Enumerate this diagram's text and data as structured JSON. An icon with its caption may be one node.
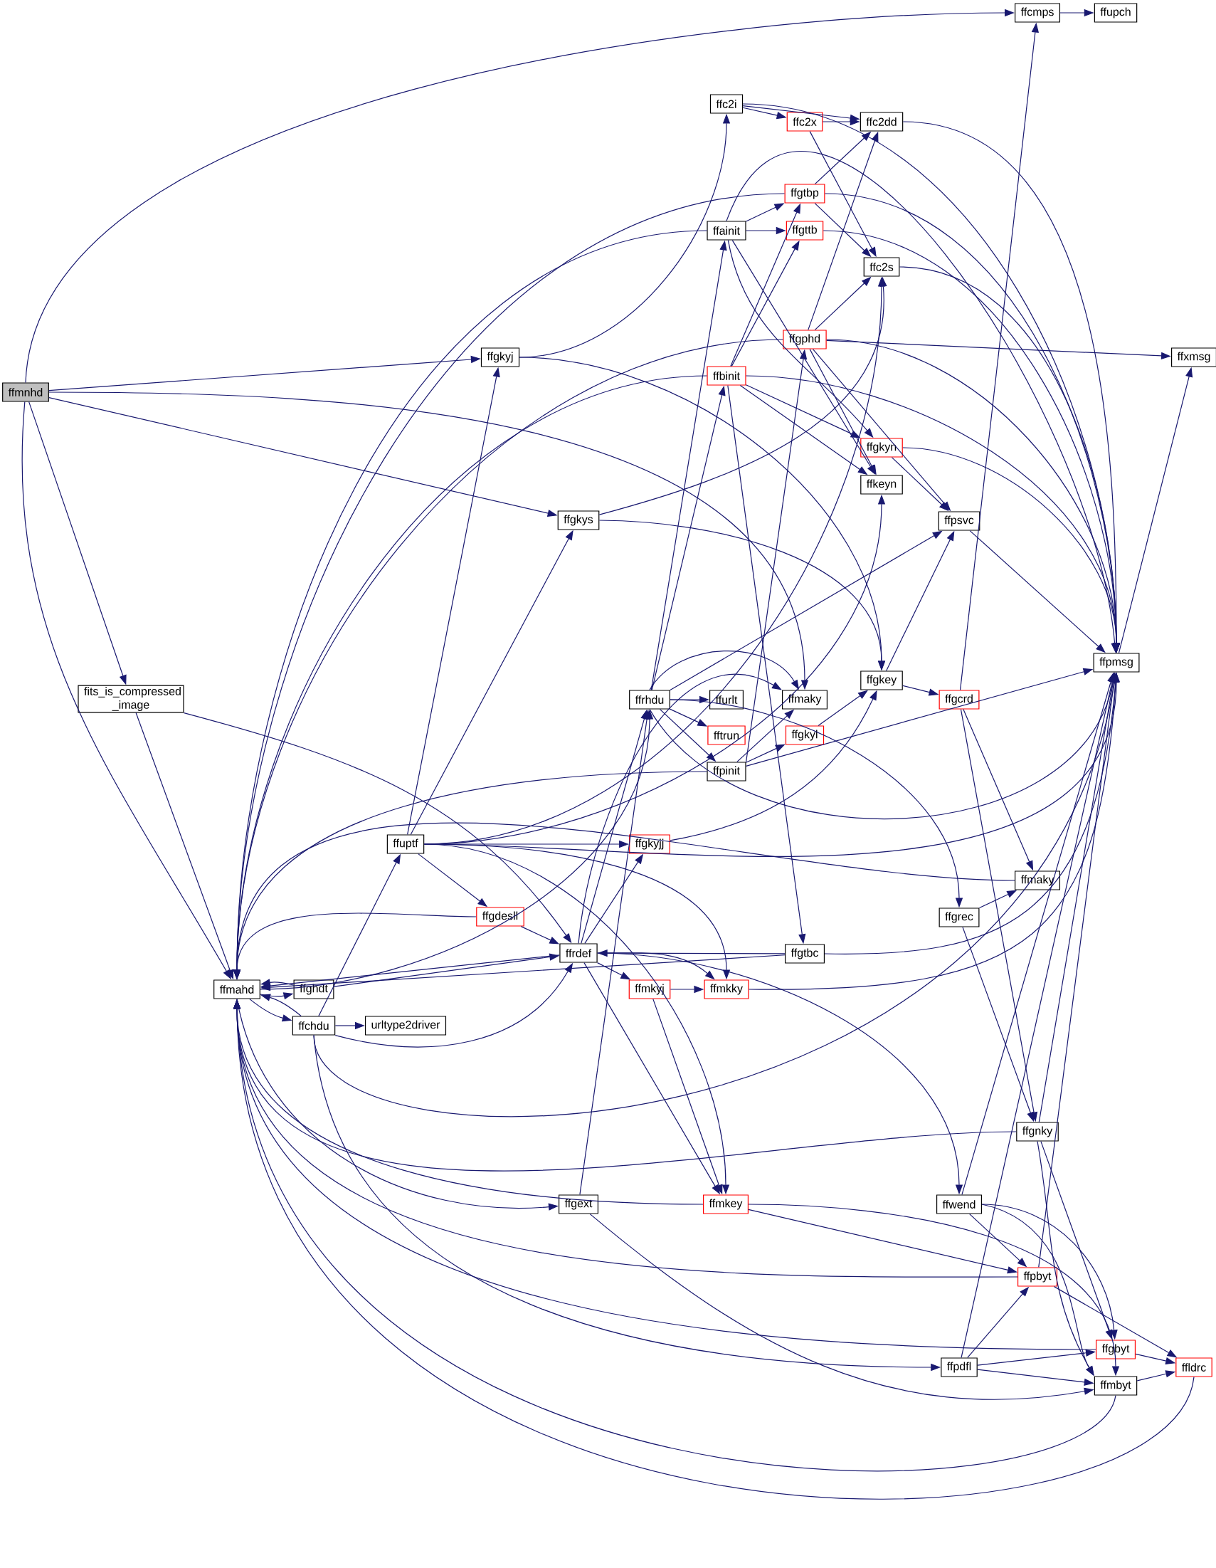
{
  "diagram": {
    "nodes": [
      {
        "text": [
          "ffmnhd"
        ]
      },
      {
        "text": [
          "ffcmps"
        ]
      },
      {
        "text": [
          "ffupch"
        ]
      },
      {
        "text": [
          "ffc2i"
        ]
      },
      {
        "text": [
          "ffc2x"
        ]
      },
      {
        "text": [
          "ffc2dd"
        ]
      },
      {
        "text": [
          "ffgtbp"
        ]
      },
      {
        "text": [
          "ffainit"
        ]
      },
      {
        "text": [
          "ffgttb"
        ]
      },
      {
        "text": [
          "ffc2s"
        ]
      },
      {
        "text": [
          "ffgphd"
        ]
      },
      {
        "text": [
          "ffxmsg"
        ]
      },
      {
        "text": [
          "ffbinit"
        ]
      },
      {
        "text": [
          "ffgkyj"
        ]
      },
      {
        "text": [
          "ffgkyn"
        ]
      },
      {
        "text": [
          "ffkeyn"
        ]
      },
      {
        "text": [
          "ffpsvc"
        ]
      },
      {
        "text": [
          "ffgkys"
        ]
      },
      {
        "text": [
          "ffpmsg"
        ]
      },
      {
        "text": [
          "ffgkey"
        ]
      },
      {
        "text": [
          "ffrhdu"
        ]
      },
      {
        "text": [
          "ffurlt"
        ]
      },
      {
        "text": [
          "ffmaky"
        ]
      },
      {
        "text": [
          "ffgcrd"
        ]
      },
      {
        "text": [
          "fftrun"
        ]
      },
      {
        "text": [
          "ffgkyl"
        ]
      },
      {
        "text": [
          "ffpinit"
        ]
      },
      {
        "text": [
          "fits_is_compressed _image"
        ]
      },
      {
        "text": [
          "ffuptf"
        ]
      },
      {
        "text": [
          "ffgkyjj"
        ]
      },
      {
        "text": [
          "ffmaky"
        ]
      },
      {
        "text": [
          "ffgdesll"
        ]
      },
      {
        "text": [
          "ffgrec"
        ]
      },
      {
        "text": [
          "ffrdef"
        ]
      },
      {
        "text": [
          "ffgtbc"
        ]
      },
      {
        "text": [
          "ffmahd"
        ]
      },
      {
        "text": [
          "ffghdt"
        ]
      },
      {
        "text": [
          "ffmkyj"
        ]
      },
      {
        "text": [
          "ffmkky"
        ]
      },
      {
        "text": [
          "ffchdu"
        ]
      },
      {
        "text": [
          "urltype2driver"
        ]
      },
      {
        "text": [
          "ffgnky"
        ]
      },
      {
        "text": [
          "ffgext"
        ]
      },
      {
        "text": [
          "ffmkey"
        ]
      },
      {
        "text": [
          "ffwend"
        ]
      },
      {
        "text": [
          "ffpbyt"
        ]
      },
      {
        "text": [
          "ffgbyt"
        ]
      },
      {
        "text": [
          "ffpdfl"
        ]
      },
      {
        "text": [
          "ffldrc"
        ]
      },
      {
        "text": [
          "ffmbyt"
        ]
      }
    ],
    "edges": [
      {
        "from": 0,
        "to": 1,
        "arrow": "to"
      },
      {
        "from": 0,
        "to": 13,
        "arrow": "to"
      },
      {
        "from": 0,
        "to": 17,
        "arrow": "to"
      },
      {
        "from": 0,
        "to": 22,
        "arrow": "to"
      },
      {
        "from": 0,
        "to": 27,
        "arrow": "to"
      },
      {
        "from": 0,
        "to": 35,
        "arrow": "to"
      },
      {
        "from": 1,
        "to": 2,
        "arrow": "to"
      },
      {
        "from": 3,
        "to": 4,
        "arrow": "to"
      },
      {
        "from": 3,
        "to": 5,
        "arrow": "to"
      },
      {
        "from": 3,
        "to": 18,
        "arrow": "to"
      },
      {
        "from": 4,
        "to": 5,
        "arrow": "to"
      },
      {
        "from": 4,
        "to": 9,
        "arrow": "to"
      },
      {
        "from": 5,
        "to": 18,
        "arrow": "to"
      },
      {
        "from": 6,
        "to": 5,
        "arrow": "to"
      },
      {
        "from": 6,
        "to": 9,
        "arrow": "to"
      },
      {
        "from": 6,
        "to": 18,
        "arrow": "to"
      },
      {
        "from": 6,
        "to": 35,
        "arrow": "to"
      },
      {
        "from": 7,
        "to": 6,
        "arrow": "to"
      },
      {
        "from": 7,
        "to": 8,
        "arrow": "to"
      },
      {
        "from": 7,
        "to": 14,
        "arrow": "to"
      },
      {
        "from": 7,
        "to": 15,
        "arrow": "to"
      },
      {
        "from": 7,
        "to": 18,
        "arrow": "to"
      },
      {
        "from": 7,
        "to": 35,
        "arrow": "to"
      },
      {
        "from": 8,
        "to": 18,
        "arrow": "to"
      },
      {
        "from": 9,
        "to": 18,
        "arrow": "to"
      },
      {
        "from": 10,
        "to": 5,
        "arrow": "to"
      },
      {
        "from": 10,
        "to": 9,
        "arrow": "to"
      },
      {
        "from": 10,
        "to": 11,
        "arrow": "to"
      },
      {
        "from": 10,
        "to": 18,
        "arrow": "to"
      },
      {
        "from": 10,
        "to": 15,
        "arrow": "to"
      },
      {
        "from": 10,
        "to": 16,
        "arrow": "to"
      },
      {
        "from": 10,
        "to": 35,
        "arrow": "to"
      },
      {
        "from": 12,
        "to": 6,
        "arrow": "to"
      },
      {
        "from": 12,
        "to": 8,
        "arrow": "to"
      },
      {
        "from": 12,
        "to": 14,
        "arrow": "to"
      },
      {
        "from": 12,
        "to": 15,
        "arrow": "to"
      },
      {
        "from": 12,
        "to": 18,
        "arrow": "to"
      },
      {
        "from": 12,
        "to": 34,
        "arrow": "to"
      },
      {
        "from": 12,
        "to": 35,
        "arrow": "to"
      },
      {
        "from": 13,
        "to": 3,
        "arrow": "to"
      },
      {
        "from": 13,
        "to": 19,
        "arrow": "to"
      },
      {
        "from": 14,
        "to": 16,
        "arrow": "to"
      },
      {
        "from": 14,
        "to": 18,
        "arrow": "to"
      },
      {
        "from": 16,
        "to": 18,
        "arrow": "to"
      },
      {
        "from": 17,
        "to": 9,
        "arrow": "to"
      },
      {
        "from": 17,
        "to": 19,
        "arrow": "to"
      },
      {
        "from": 18,
        "to": 11,
        "arrow": "to"
      },
      {
        "from": 19,
        "to": 16,
        "arrow": "to"
      },
      {
        "from": 19,
        "to": 23,
        "arrow": "to"
      },
      {
        "from": 20,
        "to": 21,
        "arrow": "to"
      },
      {
        "from": 20,
        "to": 24,
        "arrow": "to"
      },
      {
        "from": 20,
        "to": 26,
        "arrow": "to"
      },
      {
        "from": 20,
        "to": 7,
        "arrow": "to"
      },
      {
        "from": 20,
        "to": 12,
        "arrow": "to"
      },
      {
        "from": 20,
        "to": 22,
        "arrow": "to"
      },
      {
        "from": 20,
        "to": 18,
        "arrow": "to"
      },
      {
        "from": 20,
        "to": 32,
        "arrow": "to"
      },
      {
        "from": 20,
        "to": 16,
        "arrow": "to"
      },
      {
        "from": 35,
        "to": 20,
        "arrow": "to"
      },
      {
        "from": 23,
        "to": 1,
        "arrow": "to"
      },
      {
        "from": 23,
        "to": 30,
        "arrow": "to"
      },
      {
        "from": 23,
        "to": 41,
        "arrow": "to"
      },
      {
        "from": 25,
        "to": 19,
        "arrow": "to"
      },
      {
        "from": 26,
        "to": 22,
        "arrow": "to"
      },
      {
        "from": 26,
        "to": 25,
        "arrow": "to"
      },
      {
        "from": 26,
        "to": 10,
        "arrow": "to"
      },
      {
        "from": 26,
        "to": 18,
        "arrow": "to"
      },
      {
        "from": 26,
        "to": 35,
        "arrow": "to"
      },
      {
        "from": 27,
        "to": 33,
        "arrow": "to"
      },
      {
        "from": 27,
        "to": 35,
        "arrow": "to"
      },
      {
        "from": 28,
        "to": 13,
        "arrow": "to"
      },
      {
        "from": 28,
        "to": 17,
        "arrow": "to"
      },
      {
        "from": 28,
        "to": 9,
        "arrow": "to"
      },
      {
        "from": 28,
        "to": 15,
        "arrow": "to"
      },
      {
        "from": 28,
        "to": 29,
        "arrow": "to"
      },
      {
        "from": 28,
        "to": 31,
        "arrow": "to"
      },
      {
        "from": 28,
        "to": 38,
        "arrow": "to"
      },
      {
        "from": 28,
        "to": 43,
        "arrow": "to"
      },
      {
        "from": 28,
        "to": 18,
        "arrow": "to"
      },
      {
        "from": 29,
        "to": 19,
        "arrow": "to"
      },
      {
        "from": 30,
        "to": 35,
        "arrow": "to"
      },
      {
        "from": 31,
        "to": 33,
        "arrow": "to"
      },
      {
        "from": 31,
        "to": 35,
        "arrow": "to"
      },
      {
        "from": 32,
        "to": 30,
        "arrow": "to"
      },
      {
        "from": 32,
        "to": 41,
        "arrow": "to"
      },
      {
        "from": 33,
        "to": 20,
        "arrow": "to"
      },
      {
        "from": 33,
        "to": 29,
        "arrow": "to"
      },
      {
        "from": 33,
        "to": 37,
        "arrow": "to"
      },
      {
        "from": 33,
        "to": 38,
        "arrow": "to"
      },
      {
        "from": 33,
        "to": 43,
        "arrow": "to"
      },
      {
        "from": 33,
        "to": 44,
        "arrow": "to"
      },
      {
        "from": 33,
        "to": 35,
        "arrow": "to"
      },
      {
        "from": 33,
        "to": 22,
        "arrow": "to"
      },
      {
        "from": 34,
        "to": 33,
        "arrow": "to"
      },
      {
        "from": 34,
        "to": 18,
        "arrow": "to"
      },
      {
        "from": 34,
        "to": 35,
        "arrow": "to"
      },
      {
        "from": 35,
        "to": 36,
        "arrow": "to"
      },
      {
        "from": 36,
        "to": 35,
        "arrow": "to"
      },
      {
        "from": 36,
        "to": 33,
        "arrow": "to"
      },
      {
        "from": 37,
        "to": 38,
        "arrow": "to"
      },
      {
        "from": 37,
        "to": 43,
        "arrow": "to"
      },
      {
        "from": 38,
        "to": 18,
        "arrow": "to"
      },
      {
        "from": 35,
        "to": 39,
        "arrow": "to"
      },
      {
        "from": 39,
        "to": 35,
        "arrow": "to"
      },
      {
        "from": 39,
        "to": 40,
        "arrow": "to"
      },
      {
        "from": 39,
        "to": 28,
        "arrow": "to"
      },
      {
        "from": 39,
        "to": 33,
        "arrow": "to"
      },
      {
        "from": 39,
        "to": 18,
        "arrow": "to"
      },
      {
        "from": 39,
        "to": 47,
        "arrow": "to"
      },
      {
        "from": 41,
        "to": 46,
        "arrow": "to"
      },
      {
        "from": 41,
        "to": 49,
        "arrow": "to"
      },
      {
        "from": 41,
        "to": 18,
        "arrow": "to"
      },
      {
        "from": 41,
        "to": 35,
        "arrow": "to"
      },
      {
        "from": 35,
        "to": 42,
        "arrow": "to"
      },
      {
        "from": 42,
        "to": 20,
        "arrow": "to"
      },
      {
        "from": 42,
        "to": 49,
        "arrow": "to"
      },
      {
        "from": 43,
        "to": 45,
        "arrow": "to"
      },
      {
        "from": 43,
        "to": 49,
        "arrow": "to"
      },
      {
        "from": 43,
        "to": 35,
        "arrow": "to"
      },
      {
        "from": 44,
        "to": 45,
        "arrow": "to"
      },
      {
        "from": 44,
        "to": 46,
        "arrow": "to"
      },
      {
        "from": 44,
        "to": 49,
        "arrow": "to"
      },
      {
        "from": 44,
        "to": 18,
        "arrow": "to"
      },
      {
        "from": 45,
        "to": 48,
        "arrow": "to"
      },
      {
        "from": 45,
        "to": 18,
        "arrow": "to"
      },
      {
        "from": 45,
        "to": 35,
        "arrow": "to"
      },
      {
        "from": 46,
        "to": 48,
        "arrow": "to"
      },
      {
        "from": 46,
        "to": 35,
        "arrow": "to"
      },
      {
        "from": 47,
        "to": 45,
        "arrow": "to"
      },
      {
        "from": 47,
        "to": 46,
        "arrow": "to"
      },
      {
        "from": 47,
        "to": 49,
        "arrow": "to"
      },
      {
        "from": 47,
        "to": 18,
        "arrow": "to"
      },
      {
        "from": 49,
        "to": 48,
        "arrow": "to"
      },
      {
        "from": 49,
        "to": 35,
        "arrow": "to"
      },
      {
        "from": 48,
        "to": 35,
        "arrow": "to"
      }
    ]
  }
}
